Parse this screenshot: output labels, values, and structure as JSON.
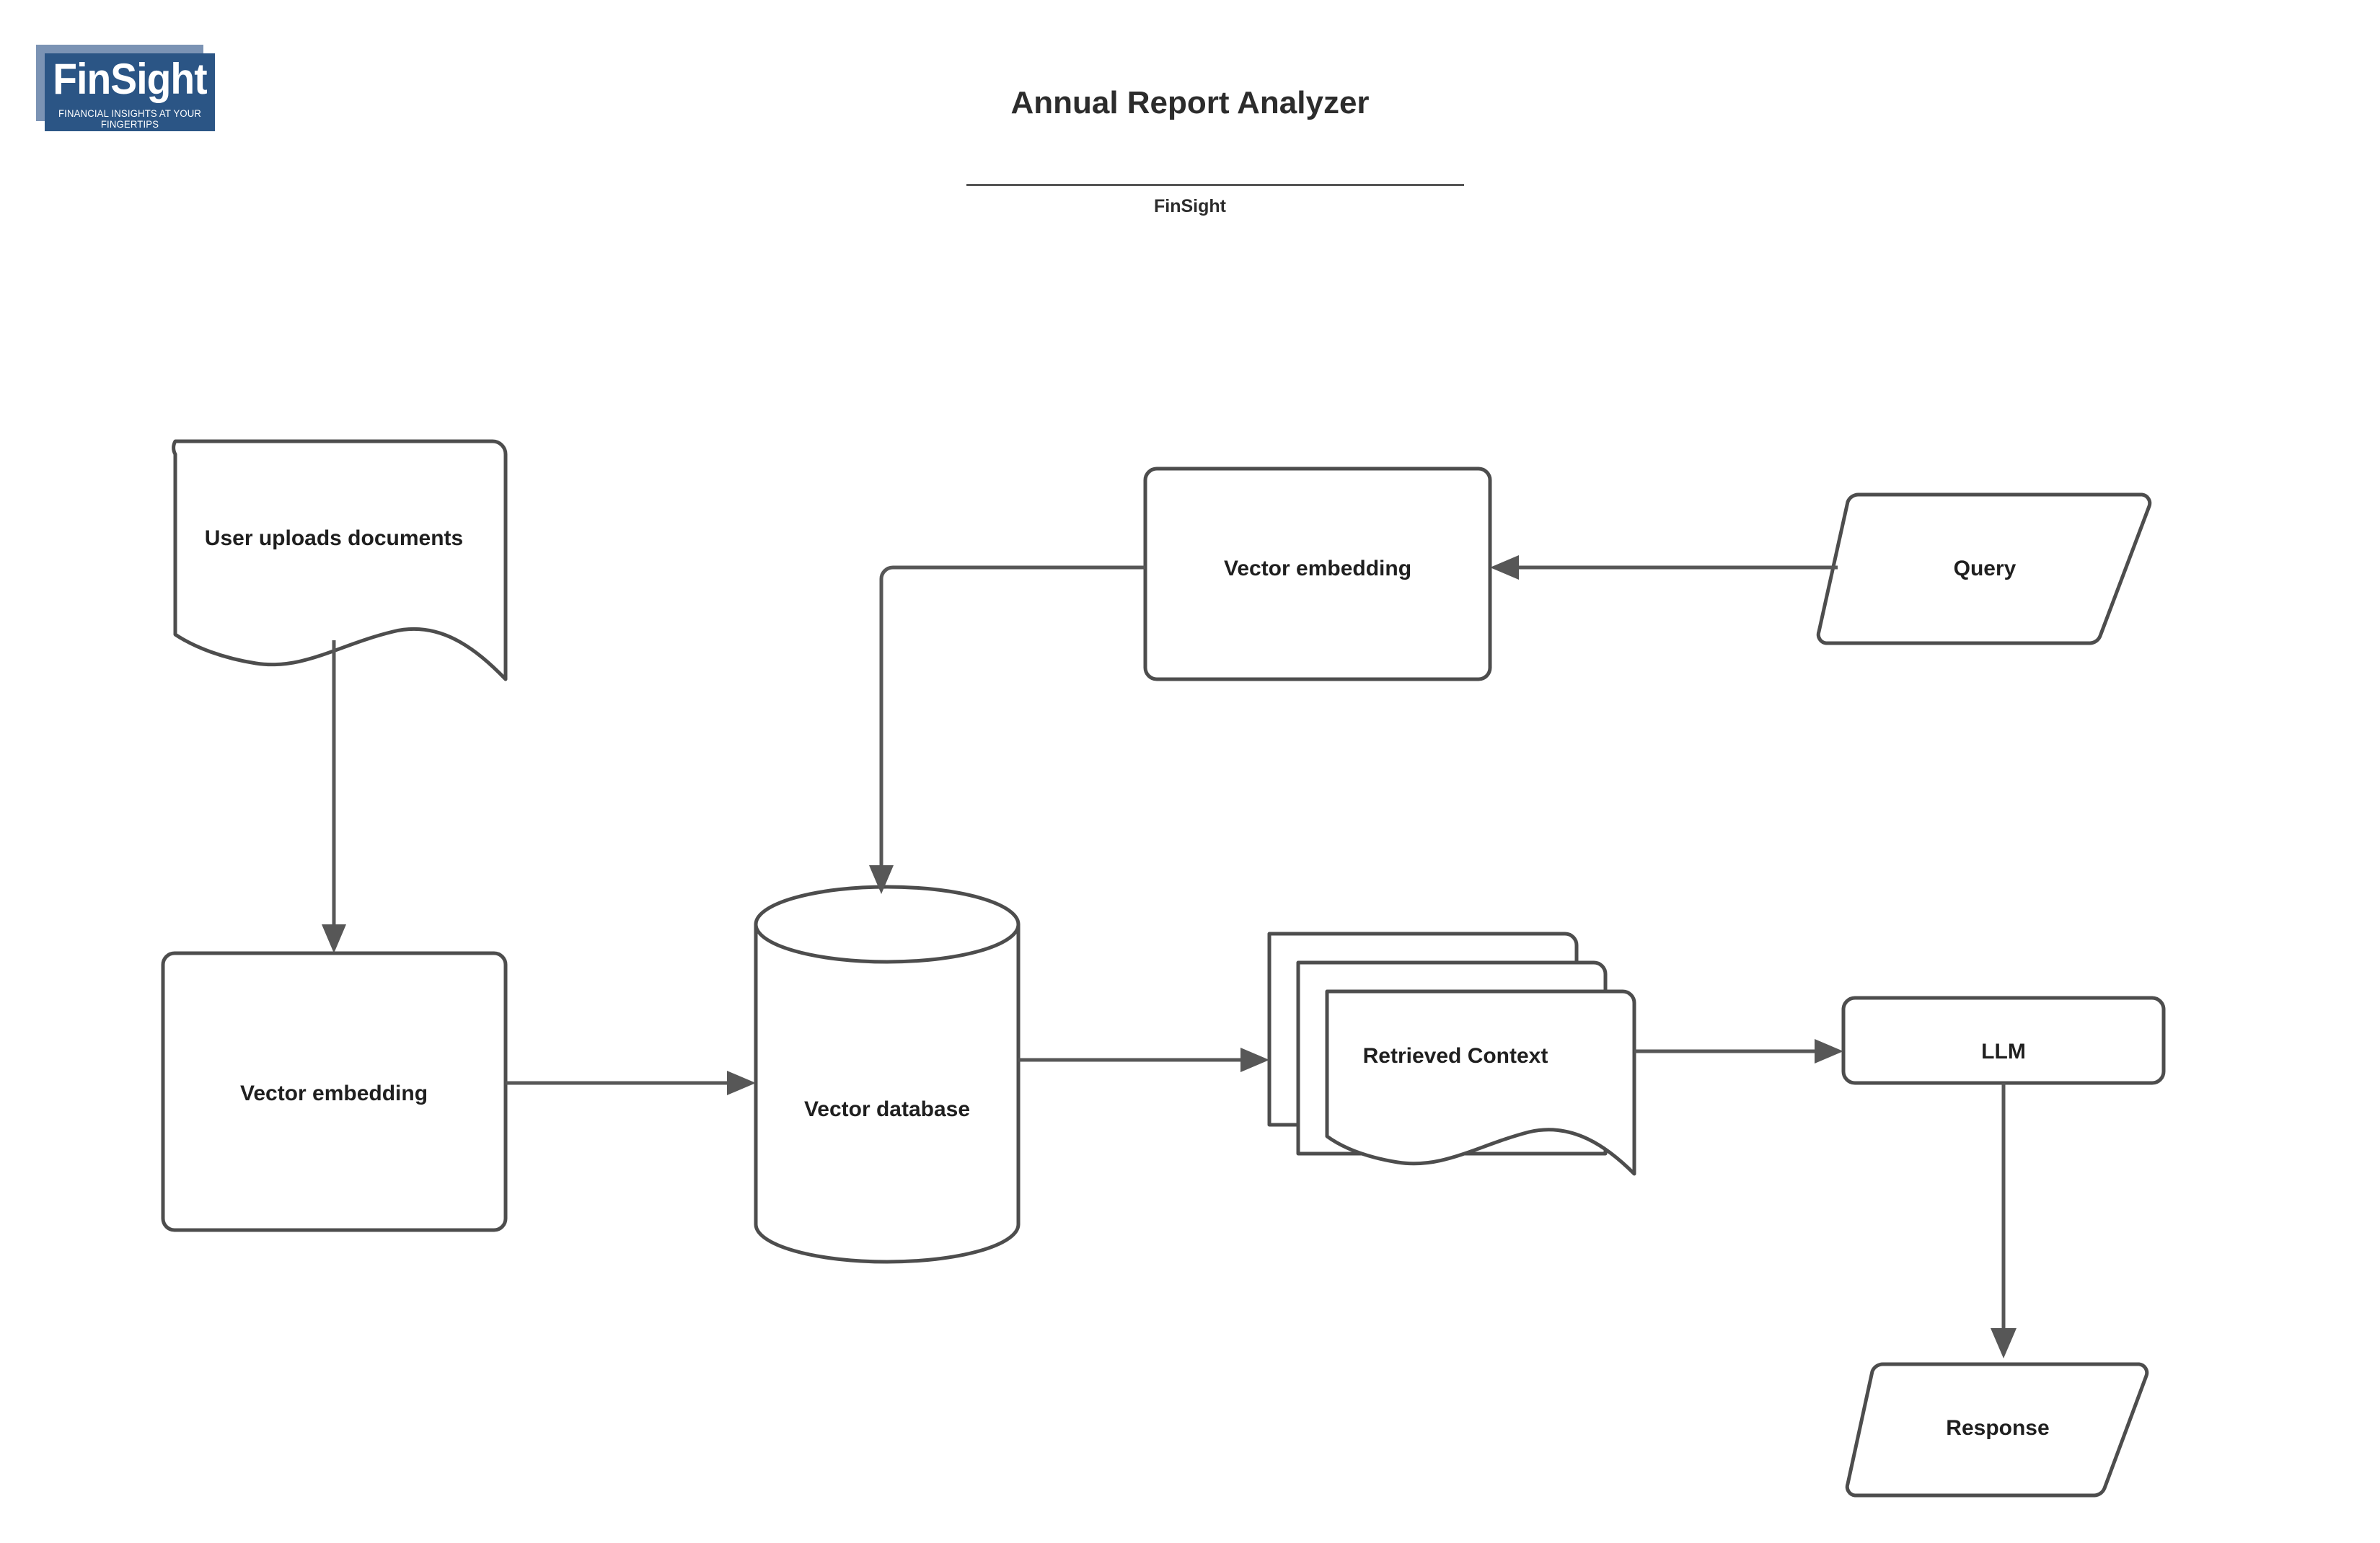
{
  "logo": {
    "name": "finsight-logo",
    "wordmark": "FinSight",
    "tagline": "FINANCIAL INSIGHTS AT YOUR FINGERTIPS",
    "plate_color": "#2b5585",
    "backplate_color": "#7b93b4",
    "text_color": "#ffffff"
  },
  "header": {
    "title": "Annual Report Analyzer",
    "subtitle": "FinSight"
  },
  "diagram": {
    "type": "flowchart",
    "stroke_color": "#4d4d4d",
    "edge_color": "#575757",
    "fill_color": "#ffffff",
    "label_color": "#1f1f1f",
    "nodes": [
      {
        "id": "user-uploads-documents",
        "label": "User uploads documents",
        "shape": "document"
      },
      {
        "id": "vector-embedding-ingest",
        "label": "Vector embedding",
        "shape": "rounded-rectangle"
      },
      {
        "id": "vector-database",
        "label": "Vector database",
        "shape": "cylinder"
      },
      {
        "id": "retrieved-context",
        "label": "Retrieved Context",
        "shape": "multi-document"
      },
      {
        "id": "vector-embedding-query",
        "label": "Vector embedding",
        "shape": "rounded-rectangle"
      },
      {
        "id": "query",
        "label": "Query",
        "shape": "parallelogram"
      },
      {
        "id": "llm",
        "label": "LLM",
        "shape": "rounded-rectangle"
      },
      {
        "id": "response",
        "label": "Response",
        "shape": "parallelogram"
      }
    ],
    "edges": [
      {
        "id": "edge-uploads-to-embedding",
        "from": "user-uploads-documents",
        "to": "vector-embedding-ingest",
        "direction": "down"
      },
      {
        "id": "edge-embedding-to-database",
        "from": "vector-embedding-ingest",
        "to": "vector-database",
        "direction": "right"
      },
      {
        "id": "edge-database-to-context",
        "from": "vector-database",
        "to": "retrieved-context",
        "direction": "right"
      },
      {
        "id": "edge-context-to-llm",
        "from": "retrieved-context",
        "to": "llm",
        "direction": "right"
      },
      {
        "id": "edge-query-to-embedding",
        "from": "query",
        "to": "vector-embedding-query",
        "direction": "left"
      },
      {
        "id": "edge-queryembedding-to-database",
        "from": "vector-embedding-query",
        "to": "vector-database",
        "direction": "elbow-down"
      },
      {
        "id": "edge-llm-to-response",
        "from": "llm",
        "to": "response",
        "direction": "down"
      }
    ]
  }
}
